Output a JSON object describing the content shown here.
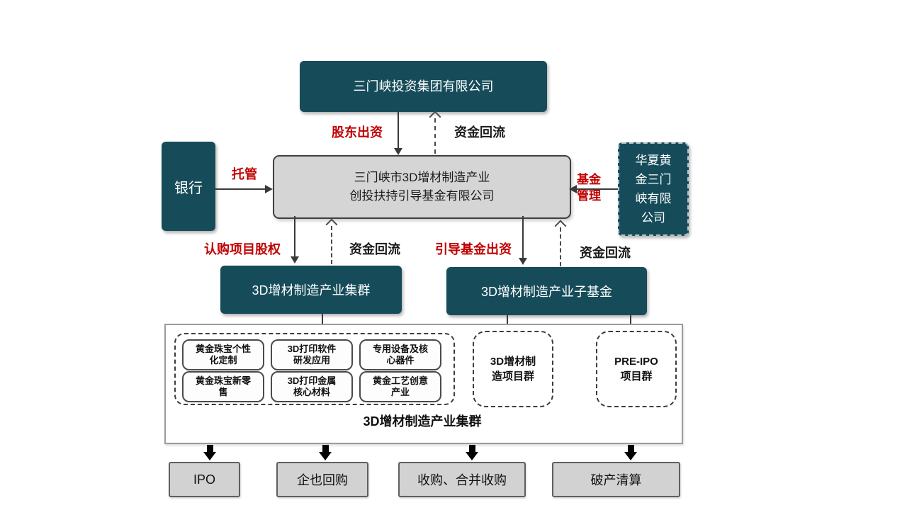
{
  "colors": {
    "teal": "#164c5a",
    "red_label": "#c00000",
    "gray_fill": "#d5d5d5",
    "exit_fill": "#d2d2d2",
    "arrow": "#3a3a3a"
  },
  "diagram": {
    "top_company": "三门峡投资集团有限公司",
    "fund_company": {
      "line1": "三门峡市3D增材制造产业",
      "line2": "创投扶持引导基金有限公司"
    },
    "bank": "银行",
    "fund_manager": {
      "name": "华夏黄金三门峡有限公司",
      "lines": [
        "华夏黄",
        "金三门",
        "峡有限",
        "公司"
      ]
    },
    "labels": {
      "shareholder_contribution": "股东出资",
      "capital_return_top": "资金回流",
      "custody": "托管",
      "fund_management": {
        "line1": "基金",
        "line2": "管理"
      },
      "purchase_equity": "认购项目股权",
      "capital_return_left": "资金回流",
      "guide_fund_contribution": "引导基金出资",
      "capital_return_right": "资金回流"
    },
    "industry_cluster_box": "3D增材制造产业集群",
    "sub_fund_box": "3D增材制造产业子基金",
    "cluster_container": {
      "caption": "3D增材制造产业集群",
      "items": [
        {
          "line1": "黄金珠宝个性",
          "line2": "化定制"
        },
        {
          "line1": "3D打印软件",
          "line2": "研发应用"
        },
        {
          "line1": "专用设备及核",
          "line2": "心器件"
        },
        {
          "line1": "黄金珠宝新零",
          "line2": "售"
        },
        {
          "line1": "3D打印金属",
          "line2": "核心材料"
        },
        {
          "line1": "黄金工艺创意",
          "line2": "产业"
        }
      ],
      "project_group": {
        "line1": "3D增材制",
        "line2": "造项目群"
      },
      "pre_ipo_group": {
        "line1": "PRE-IPO",
        "line2": "项目群"
      }
    },
    "exit_options": [
      "IPO",
      "企也回购",
      "收购、合并收购",
      "破产清算"
    ]
  }
}
